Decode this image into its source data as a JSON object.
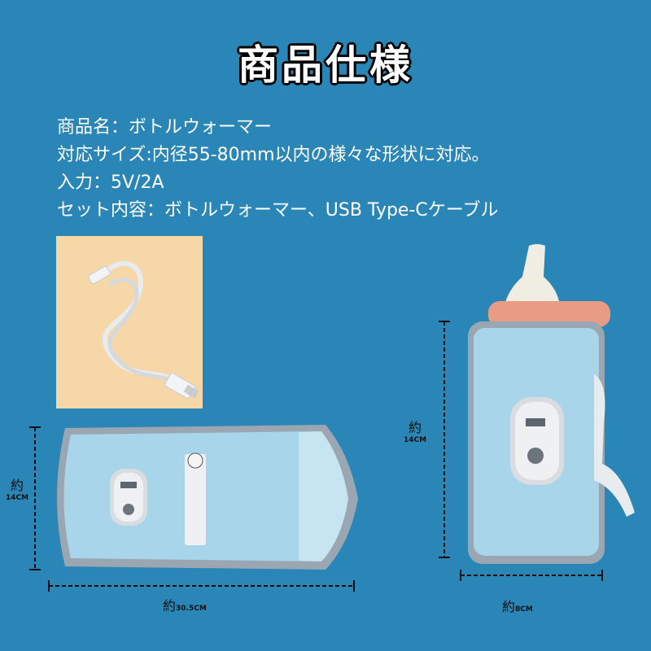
{
  "title": "商品仕様",
  "specs": [
    "商品名：ボトルウォーマー",
    "対応サイズ:内径55-80mm以内の様々な形状に対応。",
    "入力：5V/2A",
    "セット内容：ボトルウォーマー、USB Type-Cケーブル"
  ],
  "dimensions": {
    "flat_height": {
      "kanji": "約",
      "value": "14CM"
    },
    "flat_width": {
      "kanji": "約",
      "value": "30.5CM"
    },
    "bottle_height": {
      "kanji": "約",
      "value": "14CM"
    },
    "bottle_width": {
      "kanji": "約",
      "value": "8CM"
    }
  },
  "colors": {
    "background": "#2a86b6",
    "cable_photo_bg": "#f6d7a8",
    "warmer_blue": "#a9d5ea",
    "warmer_border": "#9aa7b3"
  }
}
